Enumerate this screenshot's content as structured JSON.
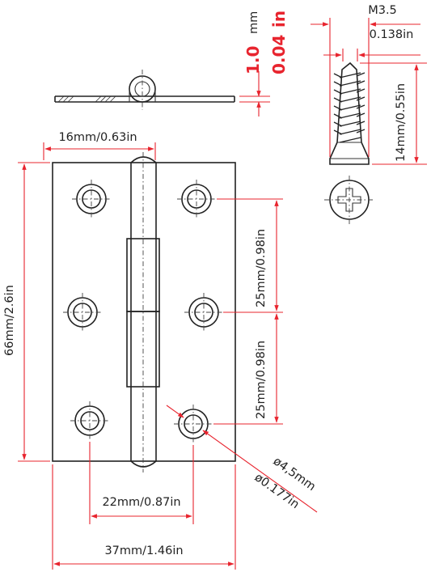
{
  "colors": {
    "dimension_line": "#e8242e",
    "outline": "#222222",
    "background": "#ffffff"
  },
  "labels": {
    "knuckle_width": "16mm/0.63in",
    "height": "66mm/2.6in",
    "hole_spacing_top": "25mm/0.98in",
    "hole_spacing_bottom": "25mm/0.98in",
    "hole_center_distance": "22mm/0.87in",
    "total_width": "37mm/1.46in",
    "hole_diameter_mm": "ø4,5mm",
    "hole_diameter_in": "ø0.177in",
    "thickness_mm_value": "1.0",
    "thickness_mm_unit": "mm",
    "thickness_in_value": "0.04",
    "thickness_in_unit": "in",
    "screw_size": "M3.5",
    "screw_diameter_in": "0.138in",
    "screw_length": "14mm/0.55in"
  }
}
